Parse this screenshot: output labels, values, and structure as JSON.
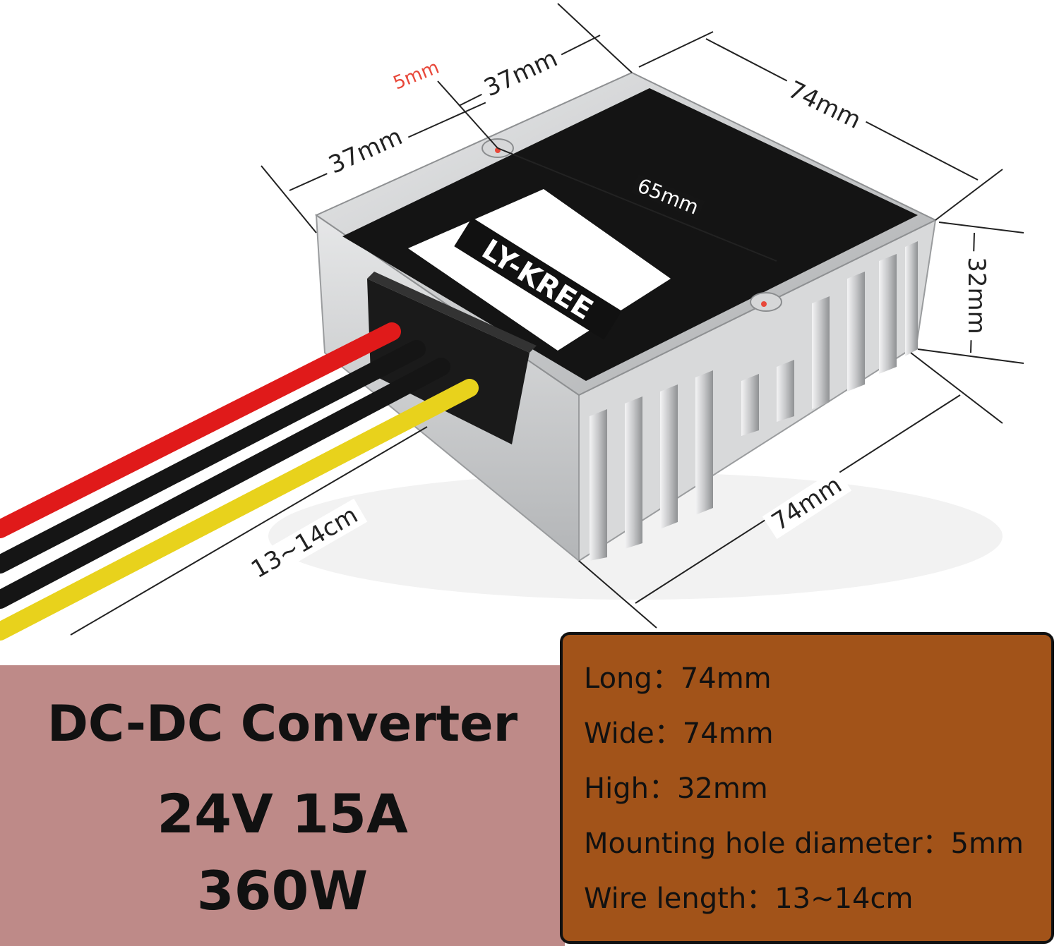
{
  "brand": {
    "logo_text": "LY-KREE"
  },
  "dimensions": {
    "hole_diameter": "5mm",
    "top_half_a": "37mm",
    "top_half_b": "37mm",
    "top_length": "74mm",
    "hole_spacing": "65mm",
    "height": "32mm",
    "bottom_length": "74mm",
    "wire_length": "13~14cm"
  },
  "product": {
    "title": "DC-DC Converter",
    "rating": "24V 15A",
    "power": "360W"
  },
  "specs": [
    {
      "label": "Long：",
      "value": "74mm"
    },
    {
      "label": "Wide：",
      "value": "74mm"
    },
    {
      "label": "High：",
      "value": "32mm"
    },
    {
      "label": "Mounting hole diameter：",
      "value": "5mm"
    },
    {
      "label": "Wire length：",
      "value": "13~14cm"
    }
  ],
  "colors": {
    "title_panel": "#be8a88",
    "spec_panel": "#a25319",
    "wire_red": "#e01a1a",
    "wire_black": "#151515",
    "wire_yellow": "#e8d21c",
    "housing": "#c9cacc",
    "top_plate": "#141414",
    "accent_red": "#e8483a"
  }
}
